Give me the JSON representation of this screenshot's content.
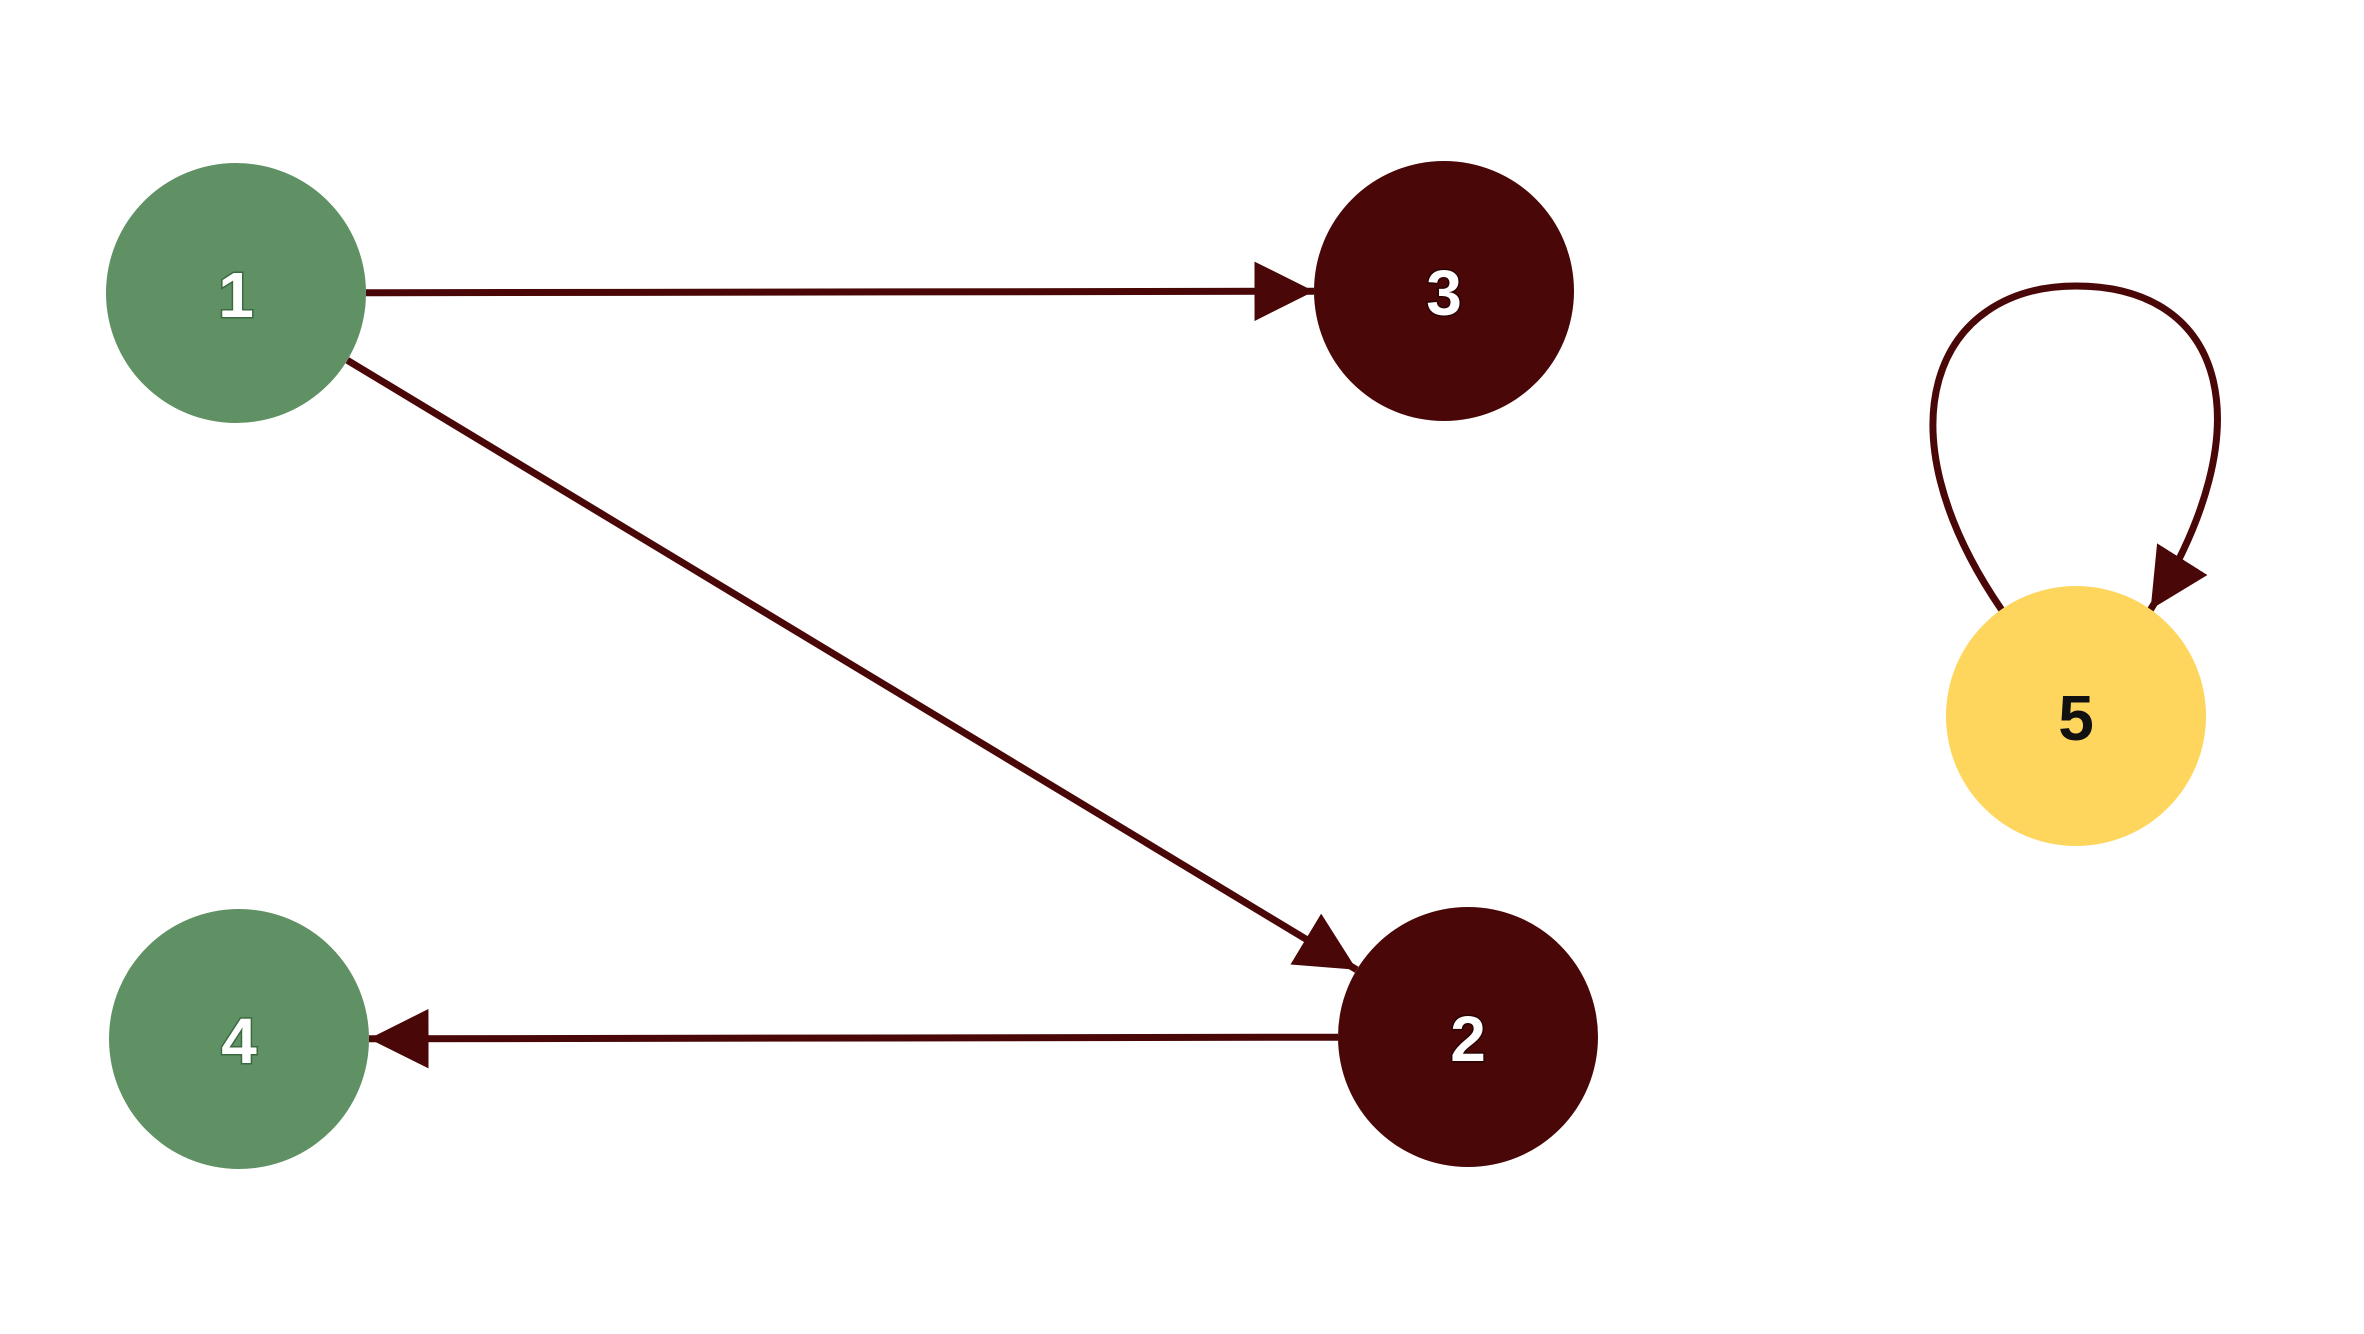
{
  "diagram": {
    "type": "directed-graph",
    "edge_color": "#4a0707",
    "nodes": [
      {
        "id": "1",
        "label": "1",
        "fill": "#5f9164",
        "text_color": "#ffffff",
        "text_outline": "#3b6a40"
      },
      {
        "id": "2",
        "label": "2",
        "fill": "#4a0707",
        "text_color": "#ffffff",
        "text_outline": "#2a0303"
      },
      {
        "id": "3",
        "label": "3",
        "fill": "#4a0707",
        "text_color": "#ffffff",
        "text_outline": "#2a0303"
      },
      {
        "id": "4",
        "label": "4",
        "fill": "#5f9164",
        "text_color": "#ffffff",
        "text_outline": "#3b6a40"
      },
      {
        "id": "5",
        "label": "5",
        "fill": "#fed65d",
        "text_color": "#111111",
        "text_outline": "#fed65d"
      }
    ],
    "edges": [
      {
        "from": "1",
        "to": "3"
      },
      {
        "from": "1",
        "to": "2"
      },
      {
        "from": "2",
        "to": "4"
      },
      {
        "from": "5",
        "to": "5"
      }
    ]
  }
}
